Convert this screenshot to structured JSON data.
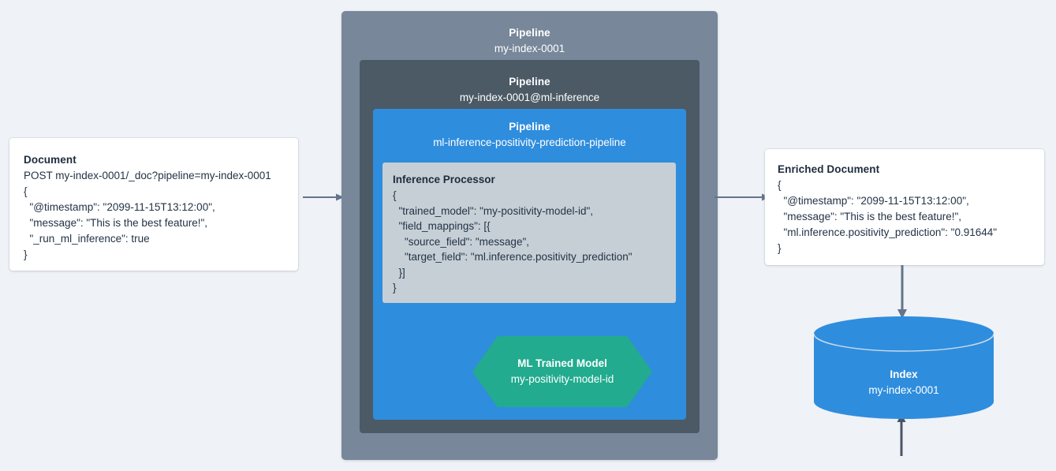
{
  "canvas": {
    "background": "#eff2f6",
    "arrow_color": "#64748b",
    "colors": {
      "pipeline_outer": "#78879a",
      "pipeline_mid": "#4c5a66",
      "pipeline_inner": "#2f8ddd",
      "processor": "#c6cfd6",
      "ml_model": "#22ab8f",
      "index": "#2f8ddd",
      "card": "#ffffff",
      "text_dark": "#243345"
    }
  },
  "document_card": {
    "title": "Document",
    "lines": [
      "POST my-index-0001/_doc?pipeline=my-index-0001",
      "{",
      "  \"@timestamp\": \"2099-11-15T13:12:00\",",
      "  \"message\": \"This is the best feature!\",",
      "  \"_run_ml_inference\": true",
      "}"
    ]
  },
  "pipeline_outer": {
    "kind": "Pipeline",
    "name": "my-index-0001"
  },
  "pipeline_mid": {
    "kind": "Pipeline",
    "name": "my-index-0001@ml-inference"
  },
  "pipeline_inner": {
    "kind": "Pipeline",
    "name": "ml-inference-positivity-prediction-pipeline"
  },
  "processor": {
    "title": "Inference Processor",
    "lines": [
      "{",
      "  \"trained_model\": \"my-positivity-model-id\",",
      "  \"field_mappings\": [{",
      "    \"source_field\": \"message\",",
      "    \"target_field\": \"ml.inference.positivity_prediction\"",
      "  }]",
      "}"
    ]
  },
  "ml_model": {
    "kind": "ML Trained Model",
    "name": "my-positivity-model-id"
  },
  "enriched_card": {
    "title": "Enriched Document",
    "lines": [
      "{",
      "  \"@timestamp\": \"2099-11-15T13:12:00\",",
      "  \"message\": \"This is the best feature!\",",
      "  \"ml.inference.positivity_prediction\": \"0.91644\"",
      "}"
    ]
  },
  "index": {
    "kind": "Index",
    "name": "my-index-0001"
  },
  "arrows": {
    "doc_to_pipeline": "arrow-right",
    "pipeline_to_enriched": "arrow-right",
    "enriched_to_index": "arrow-down",
    "model_to_processor": "arrow-up"
  }
}
